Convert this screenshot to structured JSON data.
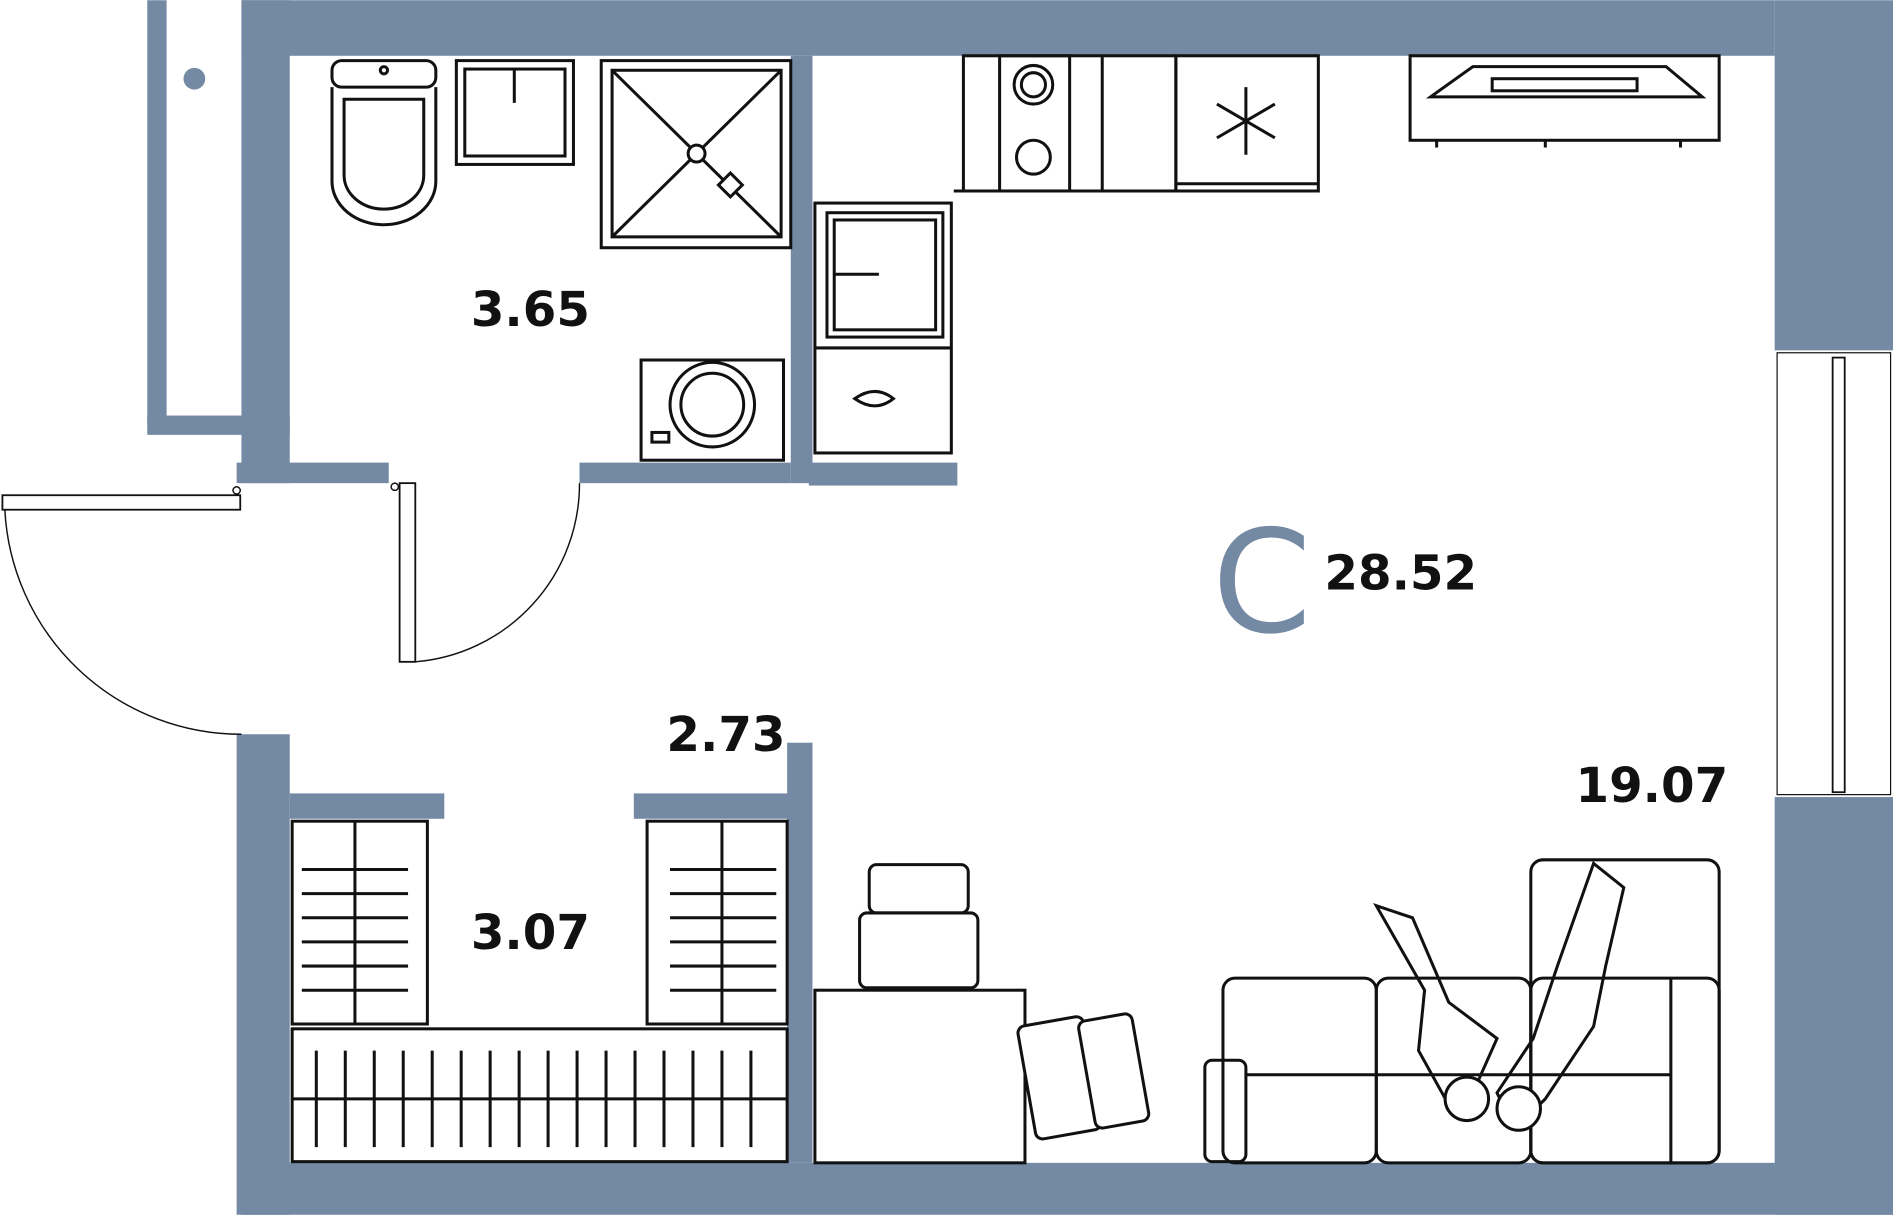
{
  "plan": {
    "type_letter": "С",
    "wall_color": "#7489a4",
    "rooms": {
      "bathroom_area": "3.65",
      "hall_area": "2.73",
      "wardrobe_area": "3.07",
      "living_area": "19.07",
      "total_area": "28.52"
    }
  }
}
